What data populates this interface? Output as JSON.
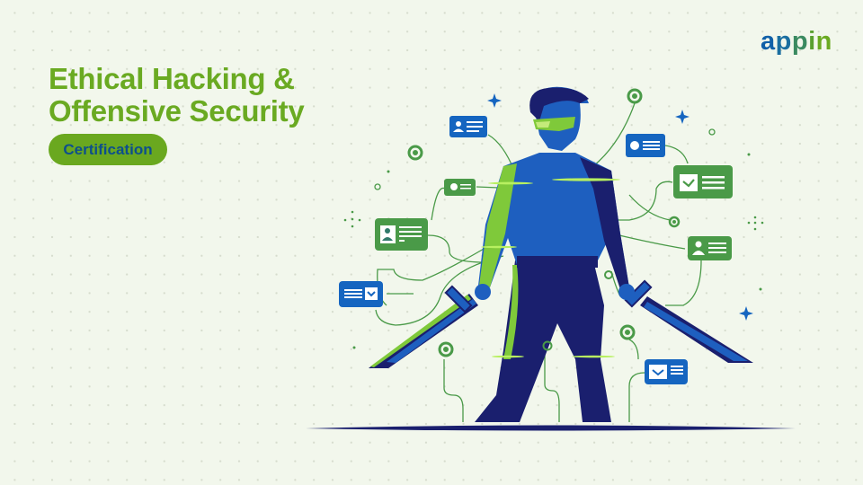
{
  "hero": {
    "title_line1": "Ethical Hacking &",
    "title_line2": "Offensive Security",
    "badge": "Certification"
  },
  "brand": {
    "logo": {
      "a": "a",
      "p1": "p",
      "p2": "p",
      "i": "i",
      "n": "n"
    }
  },
  "colors": {
    "background": "#f2f7ec",
    "accent_green": "#6aaa22",
    "card_green": "#4a9a48",
    "card_blue": "#1565c0",
    "navy": "#1a1f6e",
    "badge_text": "#0d4f8c"
  },
  "illustration": {
    "subject": "hacker-with-two-swords",
    "cards": [
      {
        "icon": "user-profile-card",
        "color": "blue"
      },
      {
        "icon": "pie-chart-card",
        "color": "green"
      },
      {
        "icon": "user-profile-card",
        "color": "green"
      },
      {
        "icon": "list-dropdown-card",
        "color": "blue"
      },
      {
        "icon": "pie-chart-card",
        "color": "blue"
      },
      {
        "icon": "checkbox-card",
        "color": "green"
      },
      {
        "icon": "user-profile-card",
        "color": "green"
      },
      {
        "icon": "checkbox-card",
        "color": "blue"
      }
    ]
  }
}
